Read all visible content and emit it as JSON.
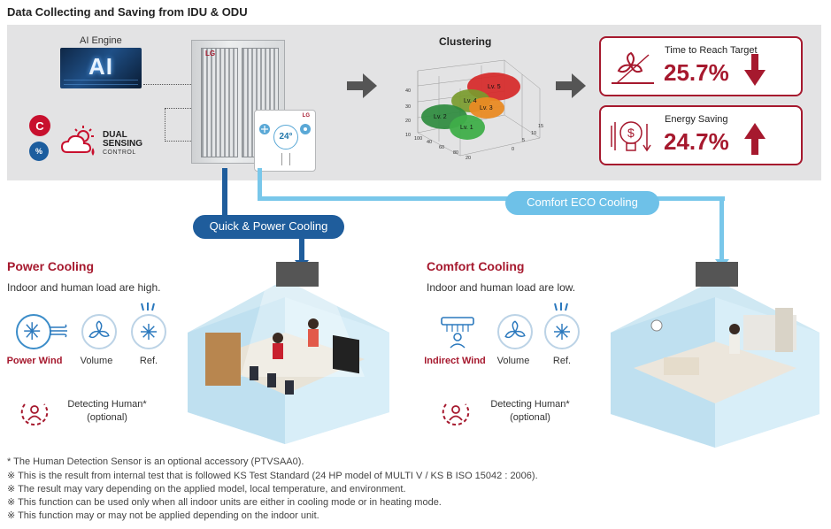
{
  "header": {
    "title": "Data Collecting and Saving from IDU & ODU"
  },
  "inputs": {
    "ai_engine_label": "AI Engine",
    "ai_chip_text": "AI",
    "dual_sensing_line1": "DUAL",
    "dual_sensing_line2": "SENSING",
    "dual_sensing_sub": "CONTROL",
    "c_badge": "C",
    "h_badge": "%"
  },
  "odu": {
    "brand": "LG"
  },
  "remote": {
    "temperature": "24°",
    "brand": "LG"
  },
  "clustering": {
    "title": "Clustering",
    "clusters": [
      "Lv. 1",
      "Lv. 2",
      "Lv. 3",
      "Lv. 4",
      "Lv. 5"
    ],
    "colors": {
      "lv1": "#3fae49",
      "lv2": "#2e8b3e",
      "lv3": "#e98a23",
      "lv4": "#7a9b2e",
      "lv5": "#d62828"
    },
    "axis_ticks": [
      "40",
      "30",
      "20",
      "10",
      "0",
      "5",
      "10",
      "15",
      "80",
      "60",
      "40",
      "20",
      "100"
    ]
  },
  "kpis": [
    {
      "label": "Time to Reach Target",
      "value": "25.7%",
      "direction": "down"
    },
    {
      "label": "Energy Saving",
      "value": "24.7%",
      "direction": "up"
    }
  ],
  "flows": {
    "quick": "Quick & Power Cooling",
    "comfort": "Comfort ECO Cooling"
  },
  "power": {
    "title": "Power Cooling",
    "subtitle": "Indoor and human load are high.",
    "features": [
      "Power Wind",
      "Volume",
      "Ref."
    ],
    "human_line1": "Detecting Human*",
    "human_line2": "(optional)"
  },
  "comfort": {
    "title": "Comfort Cooling",
    "subtitle": "Indoor and human load are low.",
    "features": [
      "Indirect Wind",
      "Volume",
      "Ref."
    ],
    "human_line1": "Detecting Human*",
    "human_line2": "(optional)"
  },
  "footnotes": [
    "* The Human Detection Sensor is an optional accessory (PTVSAA0).",
    "※ This is the result from internal test that is followed KS Test Standard (24 HP model of MULTI V / KS B ISO 15042 : 2006).",
    "※ The result may vary depending on the applied model, local temperature, and environment.",
    "※ This function can be used only when all indoor units are either in cooling mode or in heating mode.",
    "※ This function may or may not be applied depending on the indoor unit."
  ],
  "colors": {
    "brand_red": "#a6192e",
    "deep_blue": "#1f5d9c",
    "light_blue": "#6ec1e8",
    "band_gray": "#e3e3e4"
  }
}
